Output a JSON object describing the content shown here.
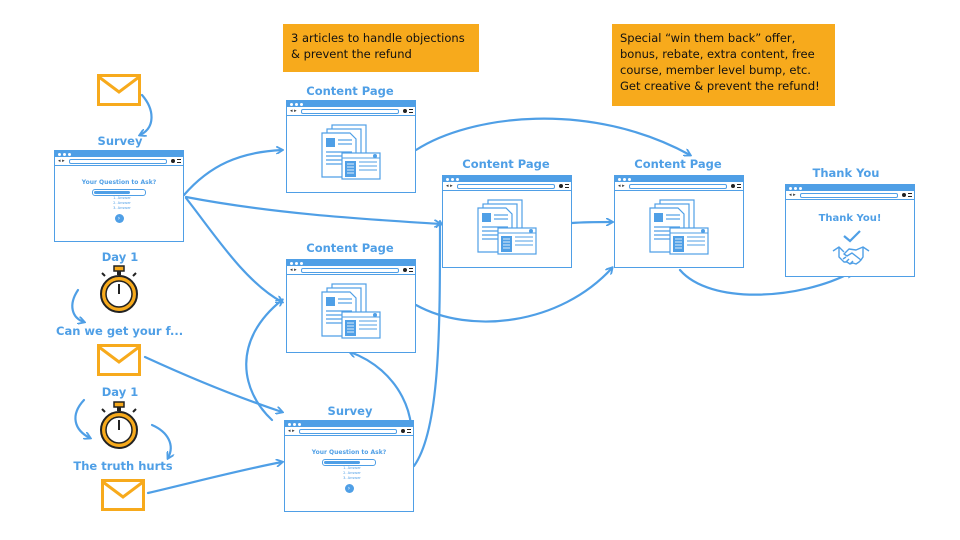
{
  "notes": {
    "objections": [
      "3 articles to handle objections",
      "& prevent the refund"
    ],
    "offer": [
      "Special “win them back” offer,",
      "bonus, rebate, extra content, free",
      "course, member level bump, etc.",
      "Get creative & prevent the refund!"
    ]
  },
  "labels": {
    "survey_top": "Survey",
    "content_page_1": "Content Page",
    "content_page_2": "Content Page",
    "content_page_3": "Content Page",
    "content_page_4": "Content Page",
    "thank_you": "Thank You",
    "day1_first": "Day 1",
    "can_we_get": "Can we get your f...",
    "day1_second": "Day 1",
    "truth_hurts": "The truth hurts",
    "survey_bottom": "Survey"
  },
  "survey_window": {
    "question": "Your Question to Ask?",
    "answers": [
      "1. Answer",
      "2. Answer",
      "3. Answer"
    ],
    "submit_glyph": "›"
  },
  "thank_you_window": {
    "text": "Thank You!"
  },
  "colors": {
    "accent_blue": "#4f9fe6",
    "note_orange": "#f7aa1c",
    "email_orange": "#f7aa1c",
    "stopwatch_orange": "#f7aa1c"
  },
  "icons": [
    "email-icon",
    "stopwatch-icon",
    "document-icon",
    "handshake-icon",
    "checkmark-icon"
  ]
}
